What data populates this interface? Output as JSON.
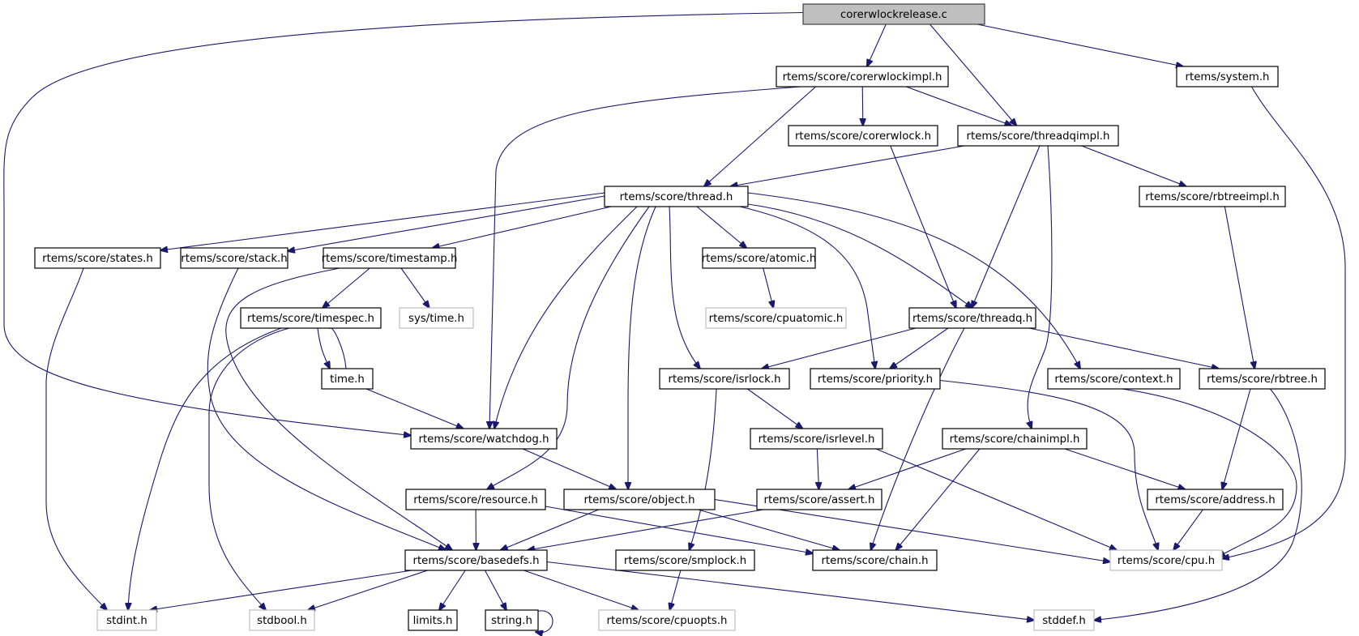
{
  "title": "corerwlockrelease.c include dependency graph",
  "colors": {
    "edge": "#191970",
    "root_fill": "#bfbfbf",
    "external_border": "#bfbfbf",
    "node_border": "#000000"
  },
  "nodes": [
    {
      "id": "root",
      "label": "corerwlockrelease.c",
      "kind": "root"
    },
    {
      "id": "corerwlockimpl",
      "label": "rtems/score/corerwlockimpl.h",
      "kind": "local"
    },
    {
      "id": "system",
      "label": "rtems/system.h",
      "kind": "local"
    },
    {
      "id": "corerwlock",
      "label": "rtems/score/corerwlock.h",
      "kind": "local"
    },
    {
      "id": "threadqimpl",
      "label": "rtems/score/threadqimpl.h",
      "kind": "local"
    },
    {
      "id": "thread",
      "label": "rtems/score/thread.h",
      "kind": "local"
    },
    {
      "id": "rbtreeimpl",
      "label": "rtems/score/rbtreeimpl.h",
      "kind": "local"
    },
    {
      "id": "states",
      "label": "rtems/score/states.h",
      "kind": "local"
    },
    {
      "id": "stack",
      "label": "rtems/score/stack.h",
      "kind": "local"
    },
    {
      "id": "timestamp",
      "label": "rtems/score/timestamp.h",
      "kind": "local"
    },
    {
      "id": "atomic",
      "label": "rtems/score/atomic.h",
      "kind": "local"
    },
    {
      "id": "timespec",
      "label": "rtems/score/timespec.h",
      "kind": "local"
    },
    {
      "id": "systime",
      "label": "sys/time.h",
      "kind": "external"
    },
    {
      "id": "cpuatomic",
      "label": "rtems/score/cpuatomic.h",
      "kind": "external"
    },
    {
      "id": "threadq",
      "label": "rtems/score/threadq.h",
      "kind": "local"
    },
    {
      "id": "timeh",
      "label": "time.h",
      "kind": "local"
    },
    {
      "id": "isrlock",
      "label": "rtems/score/isrlock.h",
      "kind": "local"
    },
    {
      "id": "priority",
      "label": "rtems/score/priority.h",
      "kind": "local"
    },
    {
      "id": "context",
      "label": "rtems/score/context.h",
      "kind": "local"
    },
    {
      "id": "rbtree",
      "label": "rtems/score/rbtree.h",
      "kind": "local"
    },
    {
      "id": "watchdog",
      "label": "rtems/score/watchdog.h",
      "kind": "local"
    },
    {
      "id": "isrlevel",
      "label": "rtems/score/isrlevel.h",
      "kind": "local"
    },
    {
      "id": "chainimpl",
      "label": "rtems/score/chainimpl.h",
      "kind": "local"
    },
    {
      "id": "resource",
      "label": "rtems/score/resource.h",
      "kind": "local"
    },
    {
      "id": "object",
      "label": "rtems/score/object.h",
      "kind": "local"
    },
    {
      "id": "assert",
      "label": "rtems/score/assert.h",
      "kind": "local"
    },
    {
      "id": "address",
      "label": "rtems/score/address.h",
      "kind": "local"
    },
    {
      "id": "basedefs",
      "label": "rtems/score/basedefs.h",
      "kind": "local"
    },
    {
      "id": "smplock",
      "label": "rtems/score/smplock.h",
      "kind": "local"
    },
    {
      "id": "chain",
      "label": "rtems/score/chain.h",
      "kind": "local"
    },
    {
      "id": "cpu",
      "label": "rtems/score/cpu.h",
      "kind": "external"
    },
    {
      "id": "stdint",
      "label": "stdint.h",
      "kind": "external"
    },
    {
      "id": "stdbool",
      "label": "stdbool.h",
      "kind": "external"
    },
    {
      "id": "limits",
      "label": "limits.h",
      "kind": "local"
    },
    {
      "id": "string",
      "label": "string.h",
      "kind": "local"
    },
    {
      "id": "cpuopts",
      "label": "rtems/score/cpuopts.h",
      "kind": "external"
    },
    {
      "id": "stddef",
      "label": "stddef.h",
      "kind": "external"
    }
  ],
  "edges": [
    [
      "root",
      "corerwlockimpl"
    ],
    [
      "root",
      "threadqimpl"
    ],
    [
      "root",
      "system"
    ],
    [
      "root",
      "watchdog"
    ],
    [
      "corerwlockimpl",
      "corerwlock"
    ],
    [
      "corerwlockimpl",
      "threadqimpl"
    ],
    [
      "corerwlockimpl",
      "thread"
    ],
    [
      "corerwlockimpl",
      "watchdog"
    ],
    [
      "system",
      "cpu"
    ],
    [
      "corerwlock",
      "threadq"
    ],
    [
      "threadqimpl",
      "thread"
    ],
    [
      "threadqimpl",
      "threadq"
    ],
    [
      "threadqimpl",
      "rbtreeimpl"
    ],
    [
      "threadqimpl",
      "chainimpl"
    ],
    [
      "rbtreeimpl",
      "rbtree"
    ],
    [
      "thread",
      "states"
    ],
    [
      "thread",
      "stack"
    ],
    [
      "thread",
      "timestamp"
    ],
    [
      "thread",
      "atomic"
    ],
    [
      "thread",
      "threadq"
    ],
    [
      "thread",
      "context"
    ],
    [
      "thread",
      "priority"
    ],
    [
      "thread",
      "isrlock"
    ],
    [
      "thread",
      "object"
    ],
    [
      "thread",
      "resource"
    ],
    [
      "thread",
      "watchdog"
    ],
    [
      "states",
      "stdint"
    ],
    [
      "stack",
      "basedefs"
    ],
    [
      "timestamp",
      "timespec"
    ],
    [
      "timestamp",
      "systime"
    ],
    [
      "timestamp",
      "basedefs"
    ],
    [
      "atomic",
      "cpuatomic"
    ],
    [
      "timespec",
      "timeh"
    ],
    [
      "timespec",
      "stdint"
    ],
    [
      "timespec",
      "stdbool"
    ],
    [
      "timeh",
      "timespec"
    ],
    [
      "timeh",
      "watchdog"
    ],
    [
      "threadq",
      "isrlock"
    ],
    [
      "threadq",
      "priority"
    ],
    [
      "threadq",
      "rbtree"
    ],
    [
      "threadq",
      "chain"
    ],
    [
      "isrlock",
      "isrlevel"
    ],
    [
      "isrlock",
      "smplock"
    ],
    [
      "priority",
      "cpu"
    ],
    [
      "context",
      "cpu"
    ],
    [
      "rbtree",
      "address"
    ],
    [
      "rbtree",
      "stddef"
    ],
    [
      "watchdog",
      "object"
    ],
    [
      "isrlevel",
      "assert"
    ],
    [
      "isrlevel",
      "cpu"
    ],
    [
      "chainimpl",
      "assert"
    ],
    [
      "chainimpl",
      "address"
    ],
    [
      "chainimpl",
      "chain"
    ],
    [
      "resource",
      "basedefs"
    ],
    [
      "resource",
      "chain"
    ],
    [
      "object",
      "basedefs"
    ],
    [
      "object",
      "chain"
    ],
    [
      "object",
      "cpu"
    ],
    [
      "assert",
      "basedefs"
    ],
    [
      "address",
      "cpu"
    ],
    [
      "basedefs",
      "stdint"
    ],
    [
      "basedefs",
      "stdbool"
    ],
    [
      "basedefs",
      "limits"
    ],
    [
      "basedefs",
      "string"
    ],
    [
      "basedefs",
      "cpuopts"
    ],
    [
      "basedefs",
      "stddef"
    ],
    [
      "smplock",
      "cpuopts"
    ],
    [
      "string",
      "string"
    ]
  ]
}
